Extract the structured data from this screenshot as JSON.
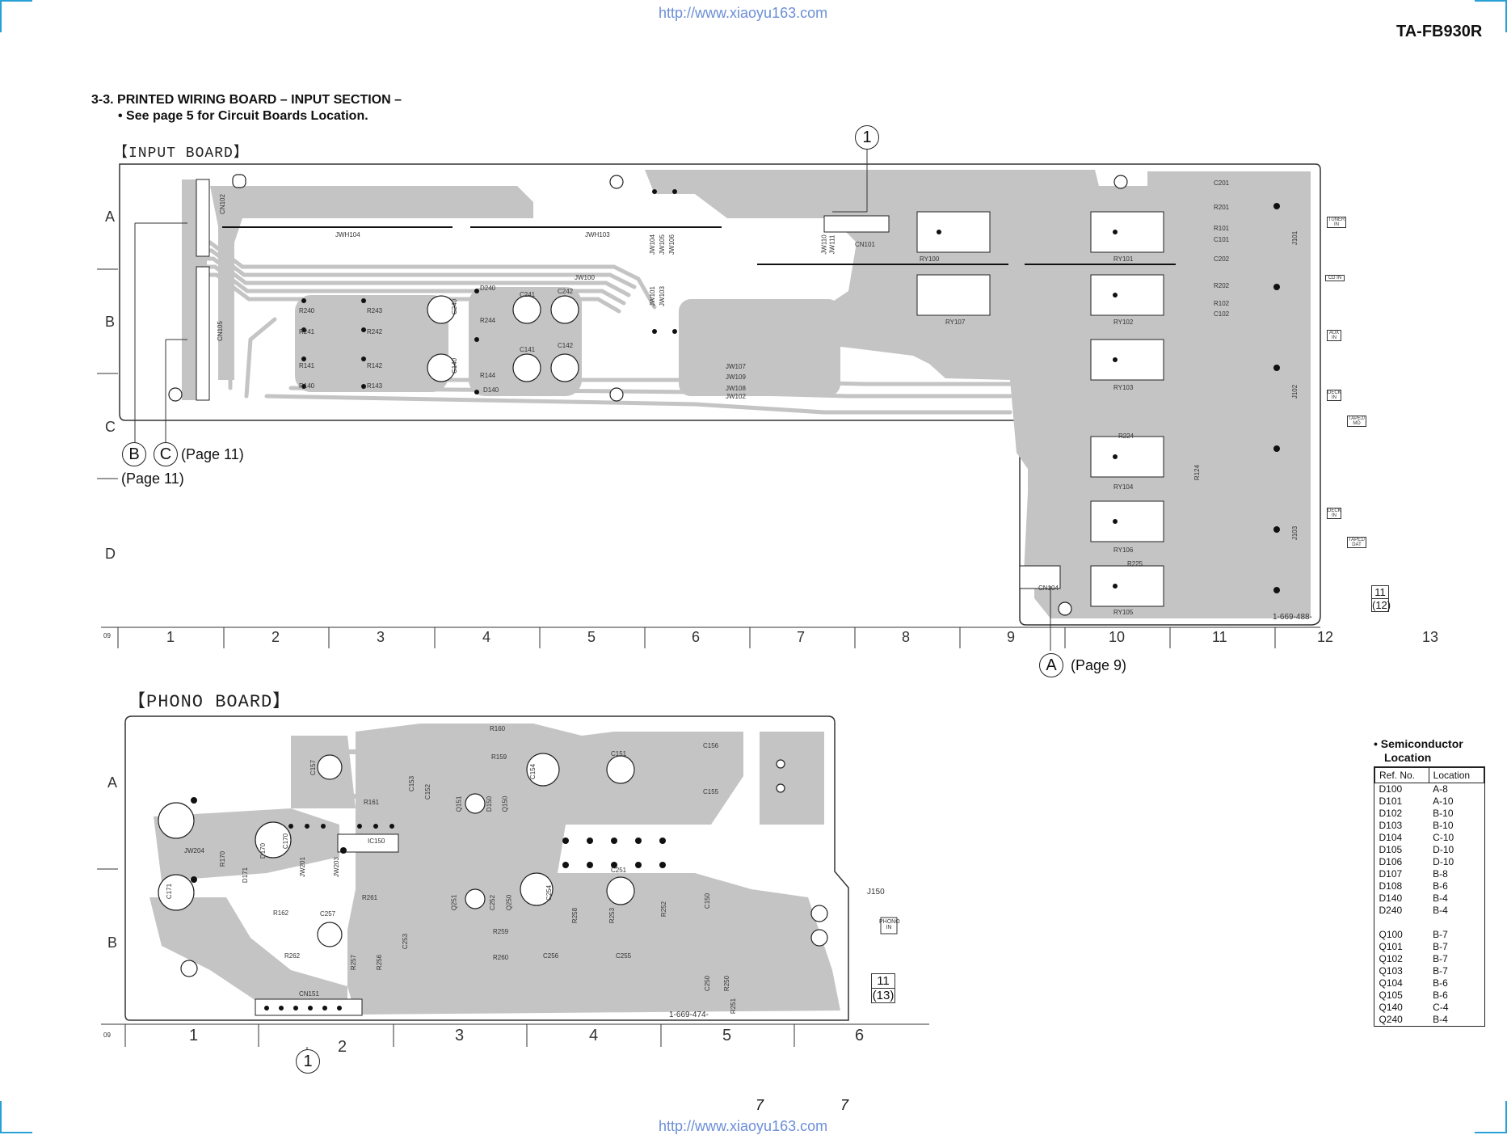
{
  "header": {
    "url_top": "http://www.xiaoyu163.com",
    "model": "TA-FB930R",
    "section_title": "3-3. PRINTED WIRING BOARD – INPUT SECTION –",
    "section_note": "• See page 5 for Circuit Boards Location."
  },
  "input_board": {
    "label": "【INPUT BOARD】",
    "part_number": "1-669-488-",
    "row_letters": [
      "A",
      "B",
      "C",
      "D"
    ],
    "columns": [
      "1",
      "2",
      "3",
      "4",
      "5",
      "6",
      "7",
      "8",
      "9",
      "10",
      "11",
      "12",
      "13"
    ],
    "corner_tag": "09",
    "ref_label": "1",
    "page_ref_b": "B",
    "page_ref_c": "C",
    "page_ref_c_text": "(Page 11)",
    "page_ref_b_text": "(Page 11)",
    "page_ref_a": "A",
    "page_ref_a_text": "(Page 9)",
    "box_top": "11",
    "box_bottom": "(12)",
    "jacks": [
      "TUNER IN",
      "CD IN",
      "AUX IN",
      "DECK IN",
      "TAPE2/ MD",
      "DECK IN",
      "TAPE1/ DAT"
    ],
    "parts": [
      "CN102",
      "CN105",
      "JWH104",
      "JWH103",
      "CN101",
      "RY100",
      "RY101",
      "RY102",
      "RY103",
      "RY104",
      "RY105",
      "RY106",
      "RY107",
      "CN104",
      "R240",
      "R241",
      "R243",
      "R242",
      "R141",
      "R142",
      "R140",
      "R143",
      "C240",
      "C241",
      "C242",
      "C140",
      "C141",
      "C142",
      "D240",
      "D140",
      "R244",
      "R144",
      "JW100",
      "JW101",
      "JW102",
      "JW103",
      "JW104",
      "JW105",
      "JW106",
      "JW107",
      "JW108",
      "JW109",
      "JW110",
      "JW111",
      "J101",
      "J102",
      "J103",
      "C201",
      "R201",
      "C101",
      "R101",
      "C202",
      "R202",
      "C102",
      "R102",
      "R224",
      "R225",
      "R124"
    ]
  },
  "phono_board": {
    "label": "【PHONO BOARD】",
    "part_number": "1-669-474-",
    "row_letters": [
      "A",
      "B"
    ],
    "columns": [
      "1",
      "2",
      "3",
      "4",
      "5",
      "6"
    ],
    "corner_tag": "09",
    "ref_label": "1",
    "jack_label": "J150",
    "phono_in": "PHONO IN",
    "box_top": "11",
    "box_bottom": "(13)",
    "parts": [
      "R160",
      "R159",
      "C156",
      "C155",
      "C151",
      "C152",
      "C157",
      "C154",
      "C153",
      "Q150",
      "Q151",
      "D150",
      "R161",
      "IC150",
      "C170",
      "D170",
      "JW204",
      "JW201",
      "JW203",
      "R170",
      "D171",
      "C171",
      "R162",
      "R261",
      "C257",
      "R262",
      "R259",
      "R260",
      "C256",
      "C255",
      "C251",
      "C254",
      "C253",
      "C252",
      "Q250",
      "Q251",
      "R253",
      "R258",
      "R252",
      "C150",
      "C250",
      "R257",
      "R256",
      "R250",
      "R251",
      "CN151"
    ]
  },
  "semiconductor": {
    "title_line1": "Semiconductor",
    "title_line2": "Location",
    "col_ref": "Ref. No.",
    "col_loc": "Location",
    "rows": [
      [
        "D100",
        "A-8"
      ],
      [
        "D101",
        "A-10"
      ],
      [
        "D102",
        "B-10"
      ],
      [
        "D103",
        "B-10"
      ],
      [
        "D104",
        "C-10"
      ],
      [
        "D105",
        "D-10"
      ],
      [
        "D106",
        "D-10"
      ],
      [
        "D107",
        "B-8"
      ],
      [
        "D108",
        "B-6"
      ],
      [
        "D140",
        "B-4"
      ],
      [
        "D240",
        "B-4"
      ],
      [
        "",
        ""
      ],
      [
        "Q100",
        "B-7"
      ],
      [
        "Q101",
        "B-7"
      ],
      [
        "Q102",
        "B-7"
      ],
      [
        "Q103",
        "B-7"
      ],
      [
        "Q104",
        "B-6"
      ],
      [
        "Q105",
        "B-6"
      ],
      [
        "Q140",
        "C-4"
      ],
      [
        "Q240",
        "B-4"
      ]
    ]
  },
  "footer": {
    "page_left": "7",
    "page_right": "7",
    "url_bottom": "http://www.xiaoyu163.com"
  }
}
